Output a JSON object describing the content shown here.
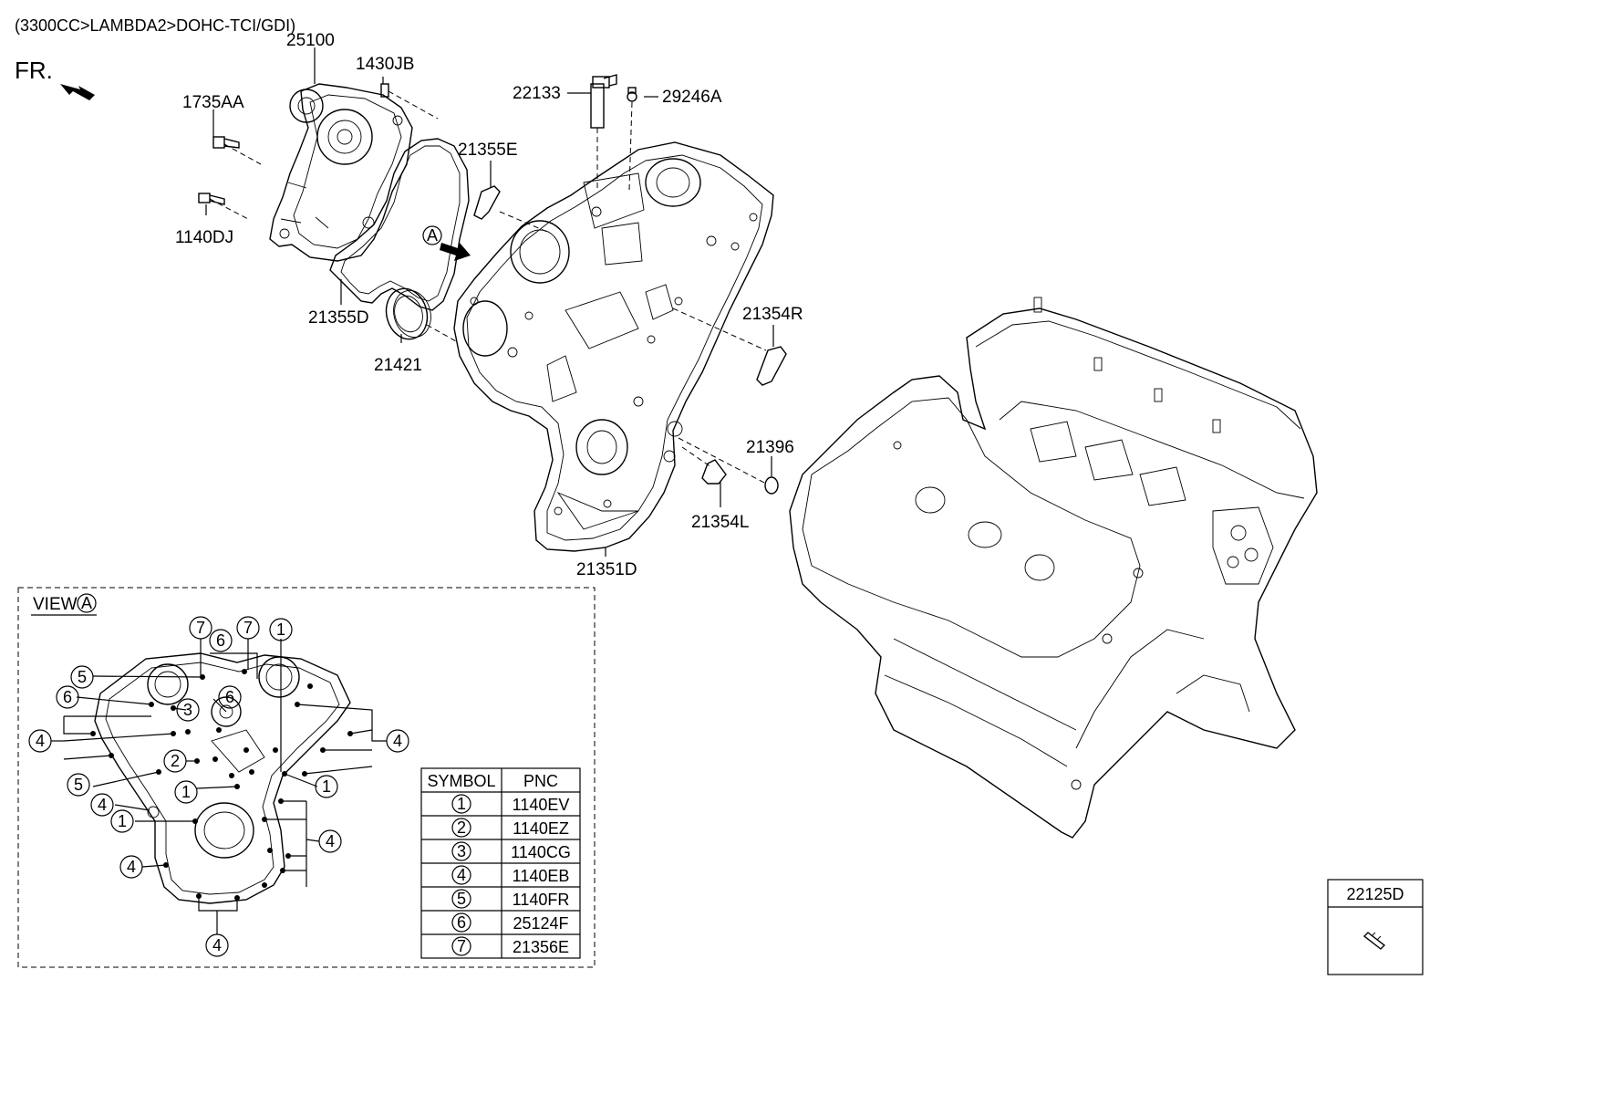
{
  "header": "(3300CC>LAMBDA2>DOHC-TCI/GDI)",
  "front_marker": "FR.",
  "callouts": {
    "c25100": "25100",
    "c1430JB": "1430JB",
    "c1735AA": "1735AA",
    "c1140DJ": "1140DJ",
    "c21355D": "21355D",
    "c21421": "21421",
    "c22133": "22133",
    "c29246A": "29246A",
    "c21355E": "21355E",
    "c21354R": "21354R",
    "c21396": "21396",
    "c21354L": "21354L",
    "c21351D": "21351D"
  },
  "view_ref": "A",
  "view_box": {
    "title": "VIEW",
    "ref": "A",
    "numbers": [
      "7",
      "6",
      "7",
      "1",
      "5",
      "6",
      "3",
      "6",
      "4",
      "4",
      "2",
      "5",
      "1",
      "1",
      "4",
      "1",
      "4",
      "4",
      "4"
    ]
  },
  "pnc_table": {
    "headers": [
      "SYMBOL",
      "PNC"
    ],
    "rows": [
      {
        "symbol": "1",
        "pnc": "1140EV"
      },
      {
        "symbol": "2",
        "pnc": "1140EZ"
      },
      {
        "symbol": "3",
        "pnc": "1140CG"
      },
      {
        "symbol": "4",
        "pnc": "1140EB"
      },
      {
        "symbol": "5",
        "pnc": "1140FR"
      },
      {
        "symbol": "6",
        "pnc": "25124F"
      },
      {
        "symbol": "7",
        "pnc": "21356E"
      }
    ]
  },
  "inset": {
    "label": "22125D"
  }
}
